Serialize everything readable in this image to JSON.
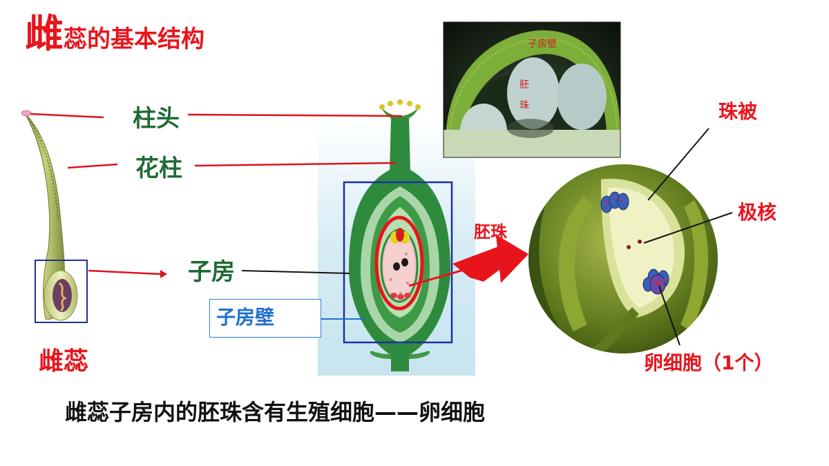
{
  "title": {
    "first_char": "雌",
    "rest": "蕊的基本结构"
  },
  "labels": {
    "stigma": "柱头",
    "style": "花柱",
    "ovary": "子房",
    "ovary_wall": "子房壁",
    "pistil": "雌蕊",
    "ovule": "胚珠",
    "integument": "珠被",
    "polar_nuclei": "极核",
    "egg_cell": "卵细胞（1个）"
  },
  "photo_labels": {
    "ovary_wall": "子房壁",
    "ovule_chars": [
      "胚",
      "珠"
    ]
  },
  "caption": "雌蕊子房内的胚珠含有生殖细胞——卵细胞",
  "colors": {
    "title_red": "#e8141c",
    "label_green": "#1e6b34",
    "wall_blue": "#1f6fd1",
    "pointer_red": "#d9141c",
    "ovary_green": "#2e8b3e"
  }
}
